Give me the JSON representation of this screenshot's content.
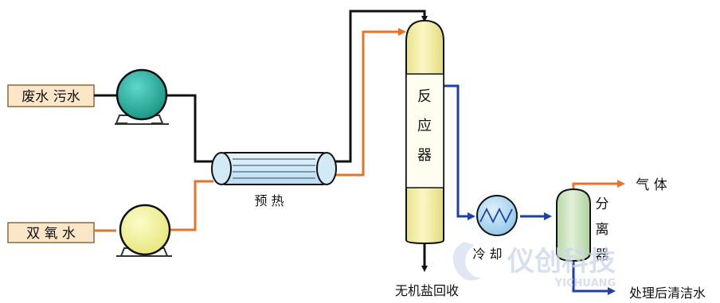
{
  "inputs": {
    "waste_water": "废水 污水",
    "hydrogen_peroxide": "双 氧 水"
  },
  "equipment": {
    "preheat": "预 热",
    "reactor": [
      "反",
      "应",
      "器"
    ],
    "cooling": "冷 却",
    "separator": [
      "分",
      "离",
      "器"
    ]
  },
  "outputs": {
    "gas": "气 体",
    "treated_water": "处理后清洁水",
    "salt_recovery": "无机盐回收"
  },
  "watermark": {
    "text": "仪创科技",
    "subtext": "YICHUANG"
  },
  "colors": {
    "black_line": "#111111",
    "orange_line": "#e8722a",
    "blue_line": "#1e3fa8",
    "label_box_fill": "#fbe6c8",
    "pump_teal": "#2bb3a3",
    "pump_yellow": "#f4f49a",
    "reactor_fill": "#f8f4a6",
    "separator_fill": "#cfe6c2"
  }
}
